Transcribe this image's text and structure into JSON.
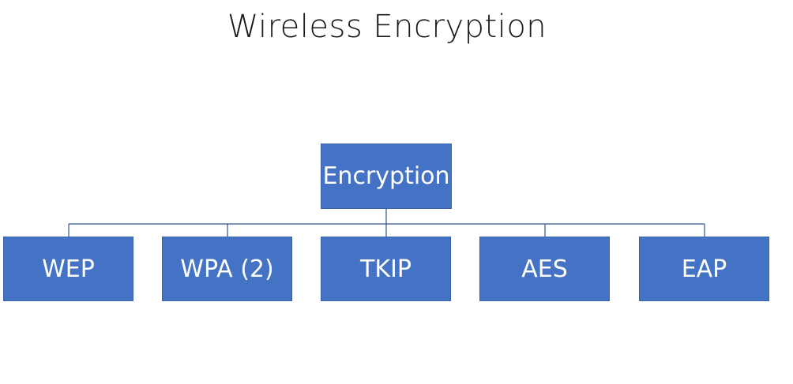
{
  "title": "Wireless Encryption",
  "diagram": {
    "root": {
      "label": "Encryption"
    },
    "children": [
      {
        "label": "WEP"
      },
      {
        "label": "WPA (2)"
      },
      {
        "label": "TKIP"
      },
      {
        "label": "AES"
      },
      {
        "label": "EAP"
      }
    ]
  },
  "colors": {
    "node_fill": "#4472c4",
    "node_text": "#ffffff",
    "connector": "#2f528f"
  }
}
